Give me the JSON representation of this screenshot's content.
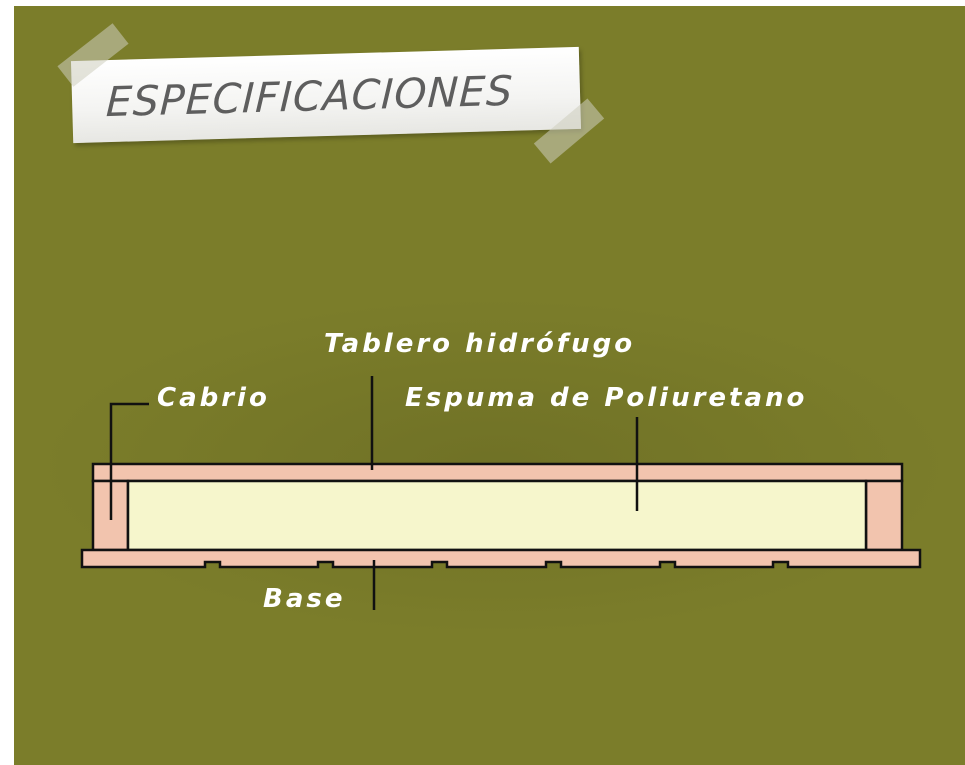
{
  "title": "ESPECIFICACIONES",
  "labels": {
    "top_board": "Tablero hidrófugo",
    "rafter": "Cabrio",
    "foam": "Espuma de Poliuretano",
    "base": "Base"
  },
  "colors": {
    "background": "#7b7d2a",
    "wood": "#f2c4ae",
    "foam": "#f6f6cc",
    "outline": "#111111",
    "label": "#ffffff",
    "note": "#ffffff",
    "note_text": "#5e5e5e"
  }
}
